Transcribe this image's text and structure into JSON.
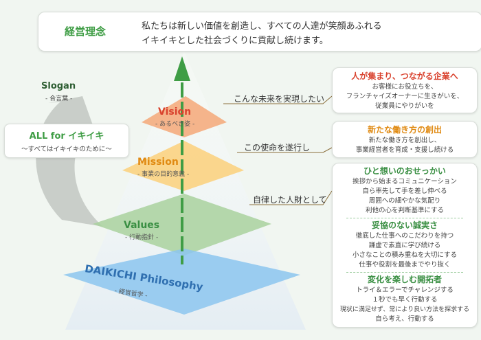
{
  "philosophy_box": {
    "title": "経営理念",
    "line1": "私たちは新しい価値を創造し、すべての人達が笑顔あふれる",
    "line2": "イキイキとした社会づくりに貢献し続けます。"
  },
  "slogan": {
    "title": "Slogan",
    "subtitle": "- 合言葉 -"
  },
  "all_for": {
    "title": "ALL for イキイキ",
    "subtitle": "〜すべてはイキイキのために〜"
  },
  "pyramid": {
    "vision": {
      "title": "Vision",
      "subtitle": "- あるべき姿 -"
    },
    "mission": {
      "title": "Mission",
      "subtitle": "- 事業の目的意義 -"
    },
    "values": {
      "title": "Values",
      "subtitle": "- 行動指針 -"
    },
    "philosophy": {
      "title": "DAIKICHI Philosophy",
      "subtitle": "- 経営哲学 -"
    }
  },
  "connectors": {
    "vision": "こんな未来を実現したい",
    "mission": "この使命を遂行し",
    "values": "自律した人財として"
  },
  "vision_box": {
    "title": "人が集まり、つながる企業へ",
    "lines": [
      "お客様にお役立ちを、",
      "フランチャイズオーナーに生きがいを、",
      "従業員にやりがいを"
    ]
  },
  "mission_box": {
    "title": "新たな働き方の創出",
    "lines": [
      "新たな働き方を創出し、",
      "事業経営者を育成・支援し続ける"
    ]
  },
  "values_box": {
    "sections": [
      {
        "title": "ひと想いのおせっかい",
        "lines": [
          "挨拶から始まるコミュニケーション",
          "自ら率先して手を差し伸べる",
          "周囲への細やかな気配り",
          "利他の心を判断基準にする"
        ]
      },
      {
        "title": "妥協のない誠実さ",
        "lines": [
          "徹底した仕事へのこだわりを持つ",
          "謙虚で素直に学び続ける",
          "小さなことの積み重ねを大切にする",
          "仕事や役割を最後までやり抜く"
        ]
      },
      {
        "title": "変化を楽しむ開拓者",
        "lines": [
          "トライ＆エラーでチャレンジする",
          "１秒でも早く行動する",
          "現状に満足せず、常により良い方法を探求する",
          "自ら考え、行動する"
        ]
      }
    ]
  },
  "colors": {
    "green": "#3f9d45",
    "vision_title": "#d9422e",
    "mission_title": "#e08a12",
    "values_title": "#3a8f43",
    "philosophy_title": "#2f6fb0"
  }
}
